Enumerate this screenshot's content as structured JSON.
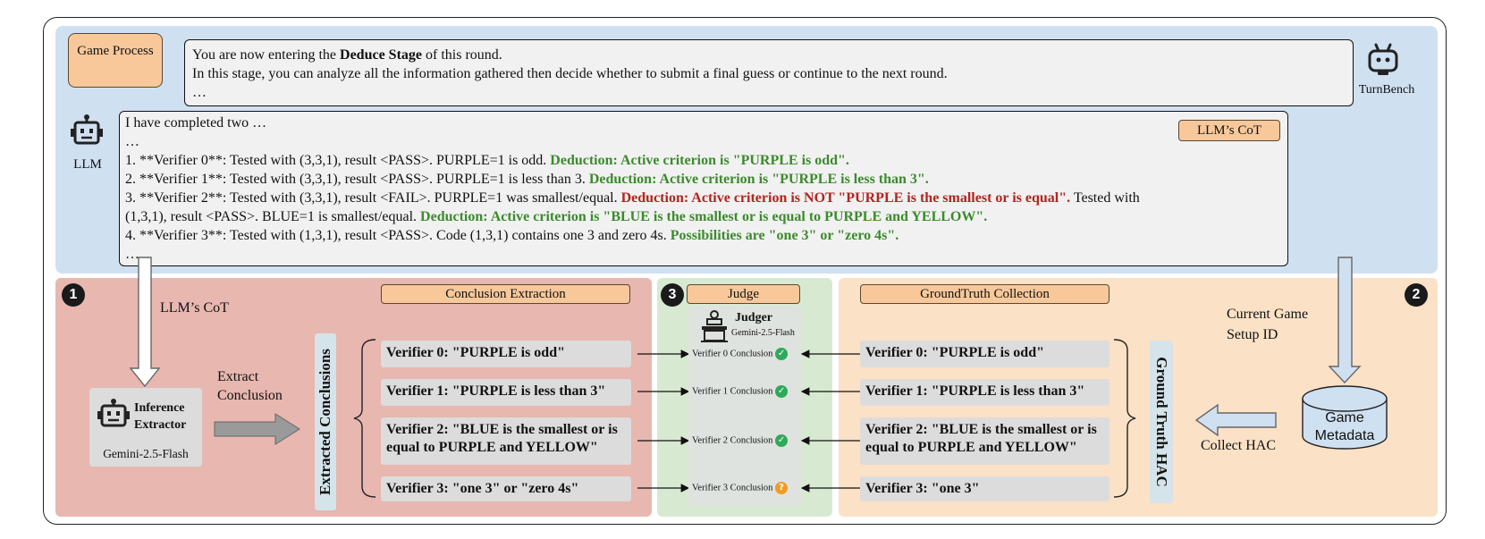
{
  "top": {
    "game_process_label": "Game Process",
    "intro_line1_pre": "You are now entering the ",
    "intro_line1_bold": "Deduce Stage",
    "intro_line1_post": " of this round.",
    "intro_line2": "In this stage, you can analyze all the information gathered then decide whether to submit a final guess or continue to the next round.",
    "intro_line3": "…",
    "turnbench_label": "TurnBench",
    "llm_label": "LLM",
    "cot_tag": "LLM’s CoT",
    "cot": {
      "l0": "I have completed two …",
      "l1": "…",
      "l2_plain": "1.  **Verifier 0**: Tested with (3,3,1), result <PASS>. PURPLE=1 is odd. ",
      "l2_green": "Deduction: Active criterion is \"PURPLE is odd\".",
      "l3_plain": "2.  **Verifier 1**: Tested with (3,3,1), result <PASS>. PURPLE=1 is less than 3. ",
      "l3_green": "Deduction: Active criterion is \"PURPLE is less than 3\".",
      "l4_plain": "3.  **Verifier 2**: Tested with (3,3,1), result <FAIL>. PURPLE=1 was smallest/equal. ",
      "l4_red": "Deduction: Active criterion is NOT \"PURPLE is the smallest or is equal\".",
      "l4_tail": " Tested with",
      "l5_plain": "(1,3,1), result <PASS>. BLUE=1 is smallest/equal. ",
      "l5_green": "Deduction: Active criterion is \"BLUE is the smallest or is equal to PURPLE and YELLOW\".",
      "l6_plain": "4.  **Verifier 3**: Tested with (1,3,1), result <PASS>. Code (1,3,1) contains one 3 and zero 4s. ",
      "l6_green": "Possibilities are \"one 3\" or \"zero 4s\".",
      "l7": "…"
    }
  },
  "extraction": {
    "badge": "1",
    "title": "Conclusion Extraction",
    "cot_label": "LLM’s CoT",
    "extract_label_1": "Extract",
    "extract_label_2": "Conclusion",
    "extractor_name_1": "Inference",
    "extractor_name_2": "Extractor",
    "extractor_model": "Gemini-2.5-Flash",
    "side_label": "Extracted Conclusions",
    "items": [
      "Verifier 0: \"PURPLE is odd\"",
      "Verifier 1: \"PURPLE is less than 3\"",
      "Verifier 2: \"BLUE is the smallest or is equal to PURPLE and YELLOW\"",
      "Verifier 3: \"one 3\" or \"zero 4s\""
    ]
  },
  "judge": {
    "badge": "3",
    "title": "Judge",
    "judger_name": "Judger",
    "judger_model": "Gemini-2.5-Flash",
    "rows": [
      {
        "label": "Verifier 0 Conclusion",
        "status": "correct"
      },
      {
        "label": "Verifier 1 Conclusion",
        "status": "correct"
      },
      {
        "label": "Verifier 2 Conclusion",
        "status": "correct"
      },
      {
        "label": "Verifier 3 Conclusion",
        "status": "uncertain"
      }
    ],
    "check_glyph": "✓",
    "question_glyph": "?"
  },
  "groundtruth": {
    "badge": "2",
    "title": "GroundTruth Collection",
    "side_label": "Ground Truth HAC",
    "setup_label_1": "Current Game",
    "setup_label_2": "Setup ID",
    "collect_label": "Collect HAC",
    "db_label_1": "Game",
    "db_label_2": "Metadata",
    "items": [
      "Verifier 0: \"PURPLE is odd\"",
      "Verifier 1: \"PURPLE is less than 3\"",
      "Verifier 2: \"BLUE is the smallest or is equal to PURPLE and YELLOW\"",
      "Verifier 3: \"one 3\""
    ]
  },
  "colors": {
    "top_panel": "#cfe0f1",
    "extraction_panel": "#e7b7b0",
    "judge_panel": "#d7ead1",
    "groundtruth_panel": "#fbe1c6",
    "tag_orange": "#f8c89a",
    "green_text": "#3b8b2c",
    "red_text": "#b2241f"
  }
}
